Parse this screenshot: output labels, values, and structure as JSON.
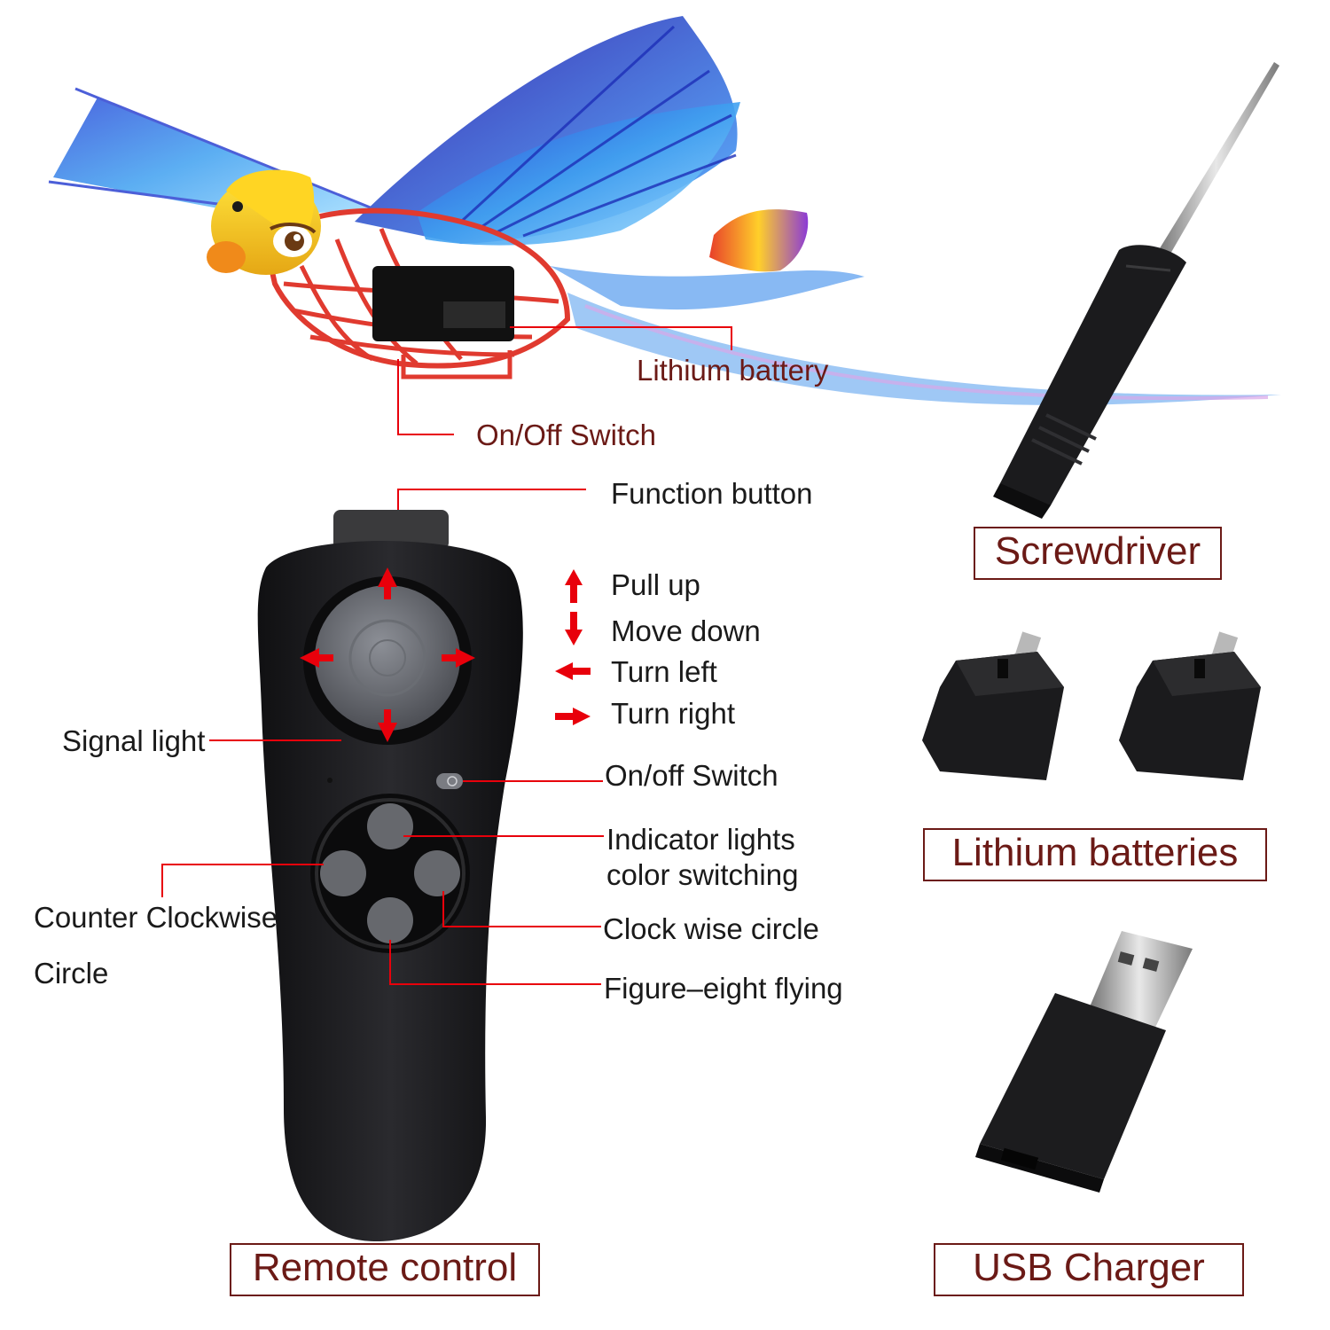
{
  "bird_labels": {
    "battery": "Lithium battery",
    "switch": "On/Off Switch"
  },
  "remote_labels": {
    "function_button": "Function button",
    "pull_up": "Pull up",
    "move_down": "Move down",
    "turn_left": "Turn left",
    "turn_right": "Turn right",
    "signal_light": "Signal light",
    "on_off_switch": "On/off Switch",
    "indicator_line1": "Indicator lights",
    "indicator_line2": "color switching",
    "counter_line1": "Counter Clockwise",
    "counter_line2": "Circle",
    "clockwise": "Clock wise circle",
    "figure_eight": "Figure–eight flying"
  },
  "captions": {
    "screwdriver": "Screwdriver",
    "batteries": "Lithium batteries",
    "remote": "Remote control",
    "usb": "USB Charger"
  },
  "colors": {
    "leader_line": "#e8000b",
    "arrow": "#e8000b",
    "caption_text": "#6b1a16",
    "device_body": "#1c1c1e"
  },
  "icons": {
    "arrow_up": "arrow-up-icon",
    "arrow_down": "arrow-down-icon",
    "arrow_left": "arrow-left-icon",
    "arrow_right": "arrow-right-icon",
    "power": "power-icon"
  }
}
